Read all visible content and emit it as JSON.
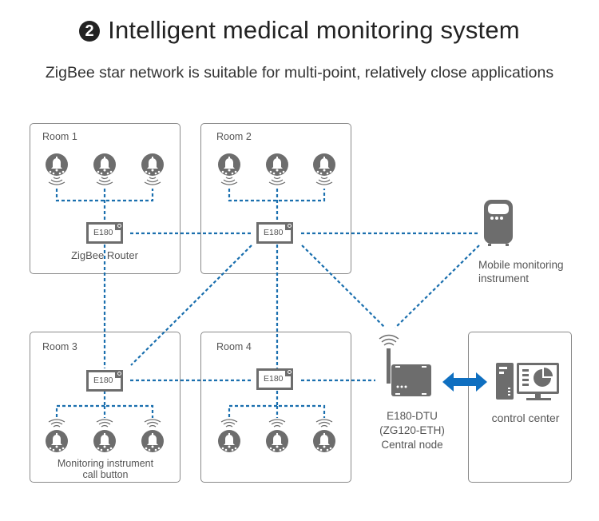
{
  "header": {
    "step_number": "2",
    "title": "Intelligent medical monitoring system",
    "subtitle": "ZigBee star network is suitable for multi-point, relatively close applications"
  },
  "rooms": [
    {
      "label": "Room 1",
      "router_label": "E180",
      "caption": "ZigBee Router",
      "call_buttons": 3
    },
    {
      "label": "Room 2",
      "router_label": "E180",
      "caption": "",
      "call_buttons": 3
    },
    {
      "label": "Room 3",
      "router_label": "E180",
      "caption": "Monitoring instrument call button",
      "call_buttons": 3
    },
    {
      "label": "Room 4",
      "router_label": "E180",
      "caption": "",
      "call_buttons": 3
    }
  ],
  "captions": {
    "room3_line1": "Monitoring instrument",
    "room3_line2": "call button"
  },
  "mobile_instrument": {
    "line1": "Mobile monitoring",
    "line2": "instrument",
    "icon": "portable-monitor-icon"
  },
  "central_node": {
    "line1": "E180-DTU",
    "line2": "(ZG120-ETH)",
    "line3": "Central node",
    "icon": "gateway-router-icon"
  },
  "control_center": {
    "label": "control center",
    "icon": "computer-dashboard-icon"
  },
  "colors": {
    "link": "#1a6fae",
    "arrow": "#0f6fc0",
    "device": "#6d6d6d",
    "border": "#8a8a8a"
  }
}
